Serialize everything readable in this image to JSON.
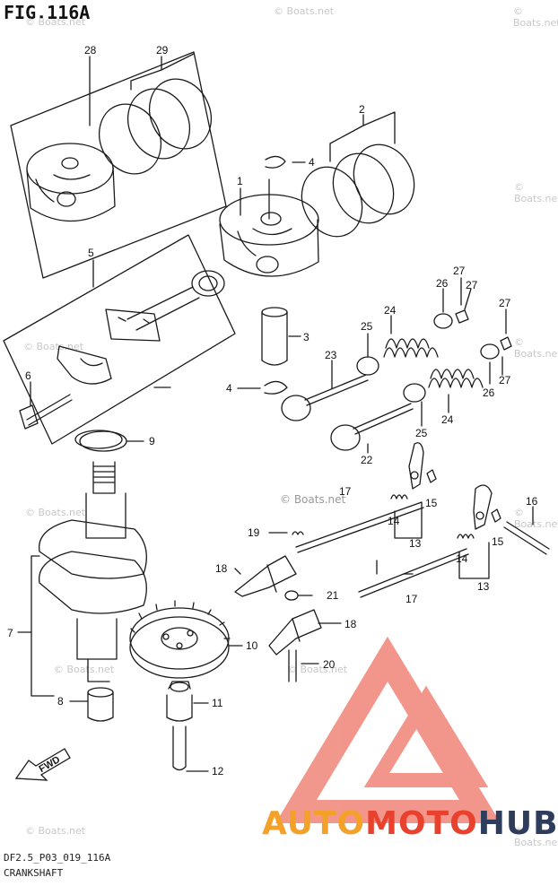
{
  "figure": {
    "title": "FIG.116A",
    "code": "DF2.5_P03_019_116A",
    "caption": "CRANKSHAFT",
    "watermark": "© Boats.net",
    "brand": {
      "part1": "AUTO",
      "part2": "MOTO",
      "part3": "HUB"
    },
    "fwd_label": "FWD",
    "colors": {
      "line": "#1a1a1a",
      "logo_red": "#e8412d",
      "logo_orange": "#f4a12a",
      "logo_navy": "#2e3d5c"
    }
  },
  "callouts": [
    {
      "id": "c28",
      "label": "28"
    },
    {
      "id": "c29",
      "label": "29"
    },
    {
      "id": "c2",
      "label": "2"
    },
    {
      "id": "c4a",
      "label": "4"
    },
    {
      "id": "c1",
      "label": "1"
    },
    {
      "id": "c5",
      "label": "5"
    },
    {
      "id": "c27a",
      "label": "27"
    },
    {
      "id": "c27b",
      "label": "27"
    },
    {
      "id": "c26a",
      "label": "26"
    },
    {
      "id": "c24a",
      "label": "24"
    },
    {
      "id": "c25a",
      "label": "25"
    },
    {
      "id": "c3",
      "label": "3"
    },
    {
      "id": "c27c",
      "label": "27"
    },
    {
      "id": "c27d",
      "label": "27"
    },
    {
      "id": "c26b",
      "label": "26"
    },
    {
      "id": "c23",
      "label": "23"
    },
    {
      "id": "c6",
      "label": "6"
    },
    {
      "id": "c4b",
      "label": "4"
    },
    {
      "id": "c24b",
      "label": "24"
    },
    {
      "id": "c25b",
      "label": "25"
    },
    {
      "id": "c9",
      "label": "9"
    },
    {
      "id": "c22",
      "label": "22"
    },
    {
      "id": "c17a",
      "label": "17"
    },
    {
      "id": "c15a",
      "label": "15"
    },
    {
      "id": "c14a",
      "label": "14"
    },
    {
      "id": "c16",
      "label": "16"
    },
    {
      "id": "c19",
      "label": "19"
    },
    {
      "id": "c13a",
      "label": "13"
    },
    {
      "id": "c15b",
      "label": "15"
    },
    {
      "id": "c14b",
      "label": "14"
    },
    {
      "id": "c18a",
      "label": "18"
    },
    {
      "id": "c17b",
      "label": "17"
    },
    {
      "id": "c13b",
      "label": "13"
    },
    {
      "id": "c21",
      "label": "21"
    },
    {
      "id": "c7",
      "label": "7"
    },
    {
      "id": "c18b",
      "label": "18"
    },
    {
      "id": "c10",
      "label": "10"
    },
    {
      "id": "c20",
      "label": "20"
    },
    {
      "id": "c8",
      "label": "8"
    },
    {
      "id": "c11",
      "label": "11"
    },
    {
      "id": "c12",
      "label": "12"
    }
  ]
}
